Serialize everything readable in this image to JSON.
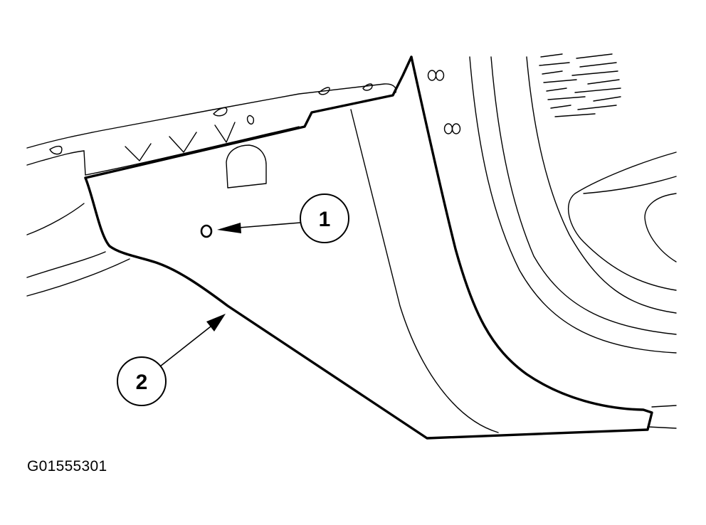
{
  "figure": {
    "id": "G01555301"
  },
  "callouts": [
    {
      "number": "1",
      "target": "hole"
    },
    {
      "number": "2",
      "target": "panel edge"
    }
  ],
  "colors": {
    "line": "#000000",
    "background": "#ffffff"
  }
}
